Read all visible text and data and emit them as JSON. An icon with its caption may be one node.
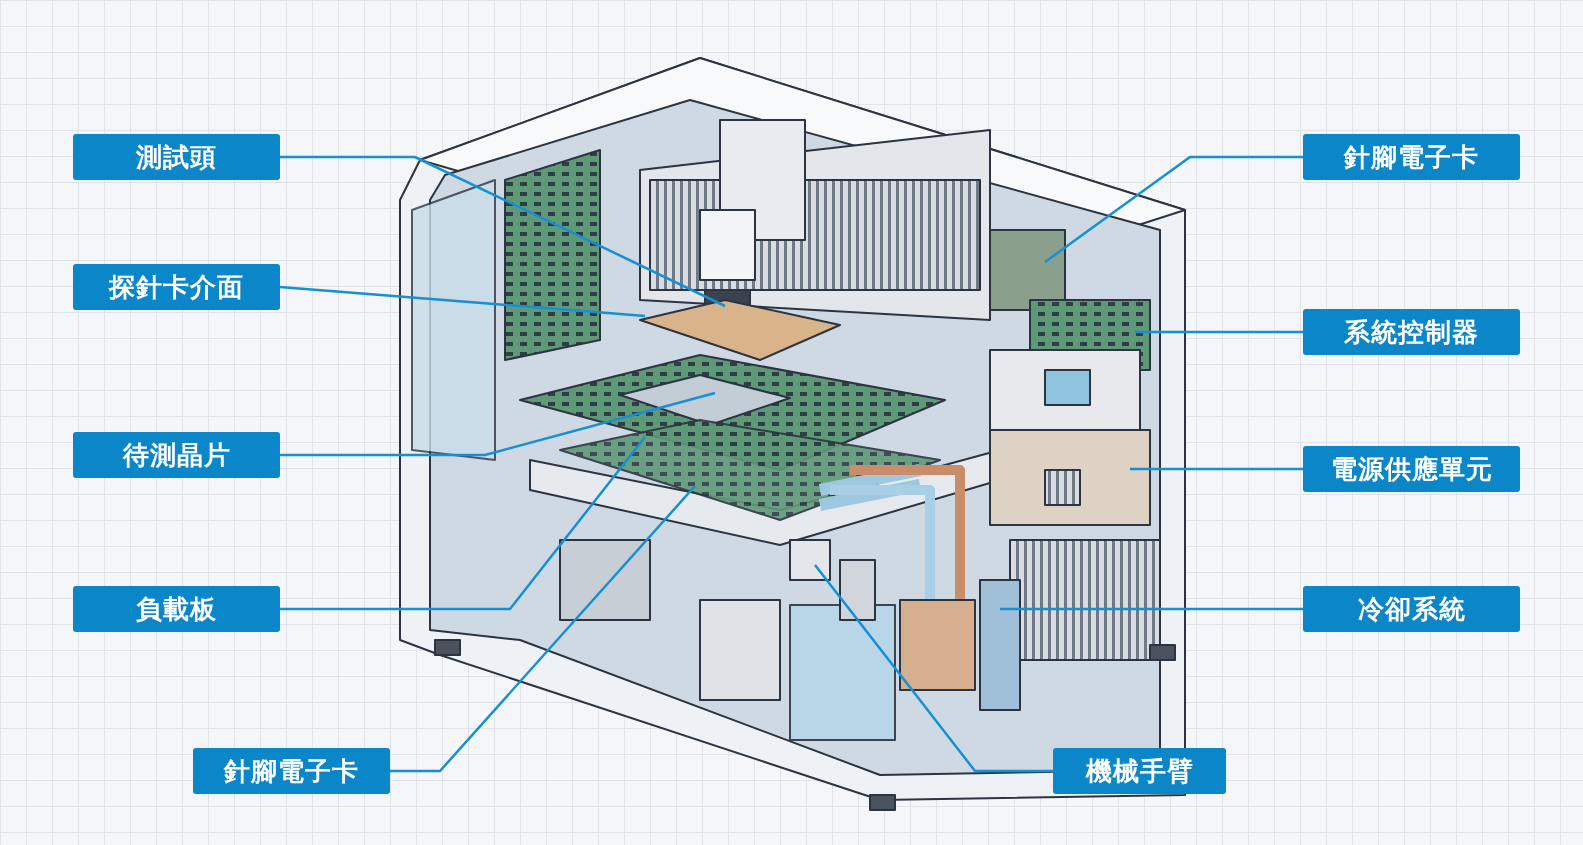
{
  "diagram": {
    "nodes": [
      {
        "text": [
          "測試頭"
        ]
      },
      {
        "text": [
          "探針卡介面"
        ]
      },
      {
        "text": [
          "待測晶片"
        ]
      },
      {
        "text": [
          "負載板"
        ]
      },
      {
        "text": [
          "針腳電子卡"
        ]
      },
      {
        "text": [
          "機械手臂"
        ]
      },
      {
        "text": [
          "針腳電子卡"
        ]
      },
      {
        "text": [
          "系統控制器"
        ]
      },
      {
        "text": [
          "電源供應單元"
        ]
      },
      {
        "text": [
          "冷卻系統"
        ]
      }
    ],
    "edges": [
      {
        "from": 0,
        "to": null,
        "arrow": "none"
      },
      {
        "from": 1,
        "to": null,
        "arrow": "none"
      },
      {
        "from": 2,
        "to": null,
        "arrow": "none"
      },
      {
        "from": 3,
        "to": null,
        "arrow": "none"
      },
      {
        "from": 4,
        "to": null,
        "arrow": "none"
      },
      {
        "from": 5,
        "to": null,
        "arrow": "none"
      },
      {
        "from": 6,
        "to": null,
        "arrow": "none"
      },
      {
        "from": 7,
        "to": null,
        "arrow": "none"
      },
      {
        "from": 8,
        "to": null,
        "arrow": "none"
      },
      {
        "from": 9,
        "to": null,
        "arrow": "none"
      }
    ]
  }
}
